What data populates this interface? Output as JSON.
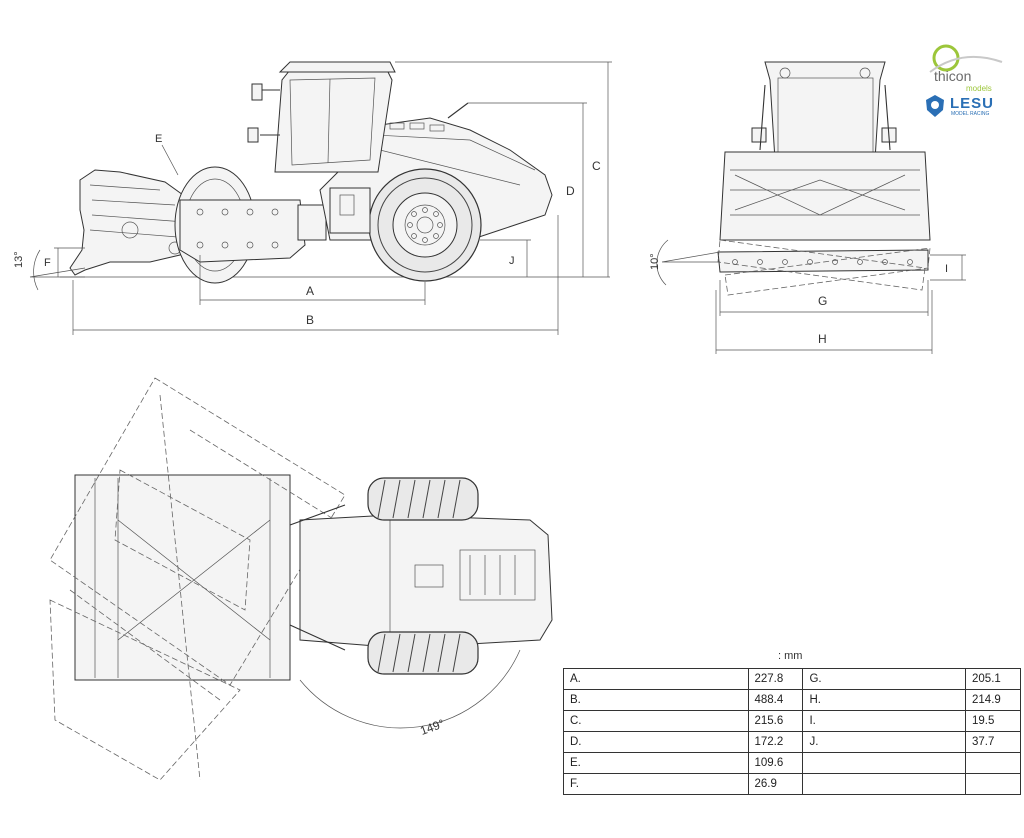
{
  "brand": {
    "thicon": "thicon",
    "thicon_sub": "models",
    "lesu": "LESU",
    "lesu_sub": "MODEL RACING"
  },
  "side_view": {
    "labels": {
      "A": "A",
      "B": "B",
      "C": "C",
      "D": "D",
      "E": "E",
      "F": "F",
      "J": "J"
    },
    "angle": "13°"
  },
  "front_view": {
    "labels": {
      "G": "G",
      "H": "H",
      "I": "I"
    },
    "angle": "10°"
  },
  "top_view": {
    "angle": "149°"
  },
  "table": {
    "unit": ": mm",
    "rows": [
      {
        "label": "A.",
        "value": "227.8",
        "label2": "G.",
        "value2": "205.1"
      },
      {
        "label": "B.",
        "value": "488.4",
        "label2": "H.",
        "value2": "214.9"
      },
      {
        "label": "C.",
        "value": "215.6",
        "label2": "I.",
        "value2": "19.5"
      },
      {
        "label": "D.",
        "value": "172.2",
        "label2": "J.",
        "value2": "37.7"
      },
      {
        "label": "E.",
        "value": "109.6",
        "label2": "",
        "value2": ""
      },
      {
        "label": "F.",
        "value": "26.9",
        "label2": "",
        "value2": ""
      }
    ]
  }
}
